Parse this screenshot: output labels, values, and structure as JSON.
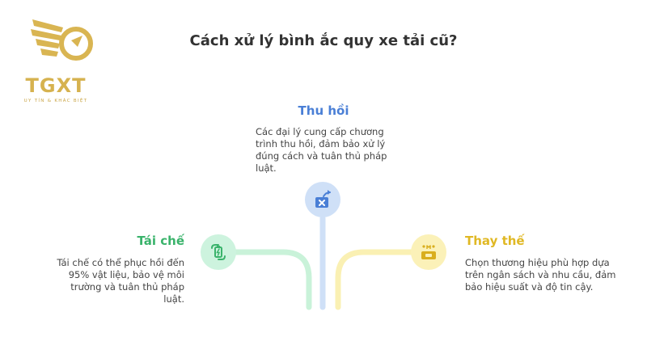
{
  "logo": {
    "name": "TGXT",
    "tagline": "UY TÍN & KHÁC BIỆT"
  },
  "title": "Cách xử lý bình ắc quy xe tải cũ?",
  "branches": {
    "top": {
      "title": "Thu hồi",
      "lines": [
        "Các đại lý cung cấp chương",
        "trình thu hồi, đảm bảo xử lý",
        "đúng cách và tuân thủ pháp",
        "luật."
      ],
      "icon": "recycle-box-icon",
      "color": "#4a7fd6"
    },
    "left": {
      "title": "Tái chế",
      "lines": [
        "Tái chế có thể phục hồi đến",
        "95% vật liệu, bảo vệ môi",
        "trường và tuân thủ pháp luật."
      ],
      "icon": "battery-recycle-icon",
      "color": "#3ab36b"
    },
    "right": {
      "title": "Thay thế",
      "lines": [
        "Chọn thương hiệu phù hợp dựa",
        "trên ngân sách và nhu cầu, đảm",
        "bảo hiệu suất và độ tin cậy."
      ],
      "icon": "battery-replace-icon",
      "color": "#e0b824"
    }
  }
}
